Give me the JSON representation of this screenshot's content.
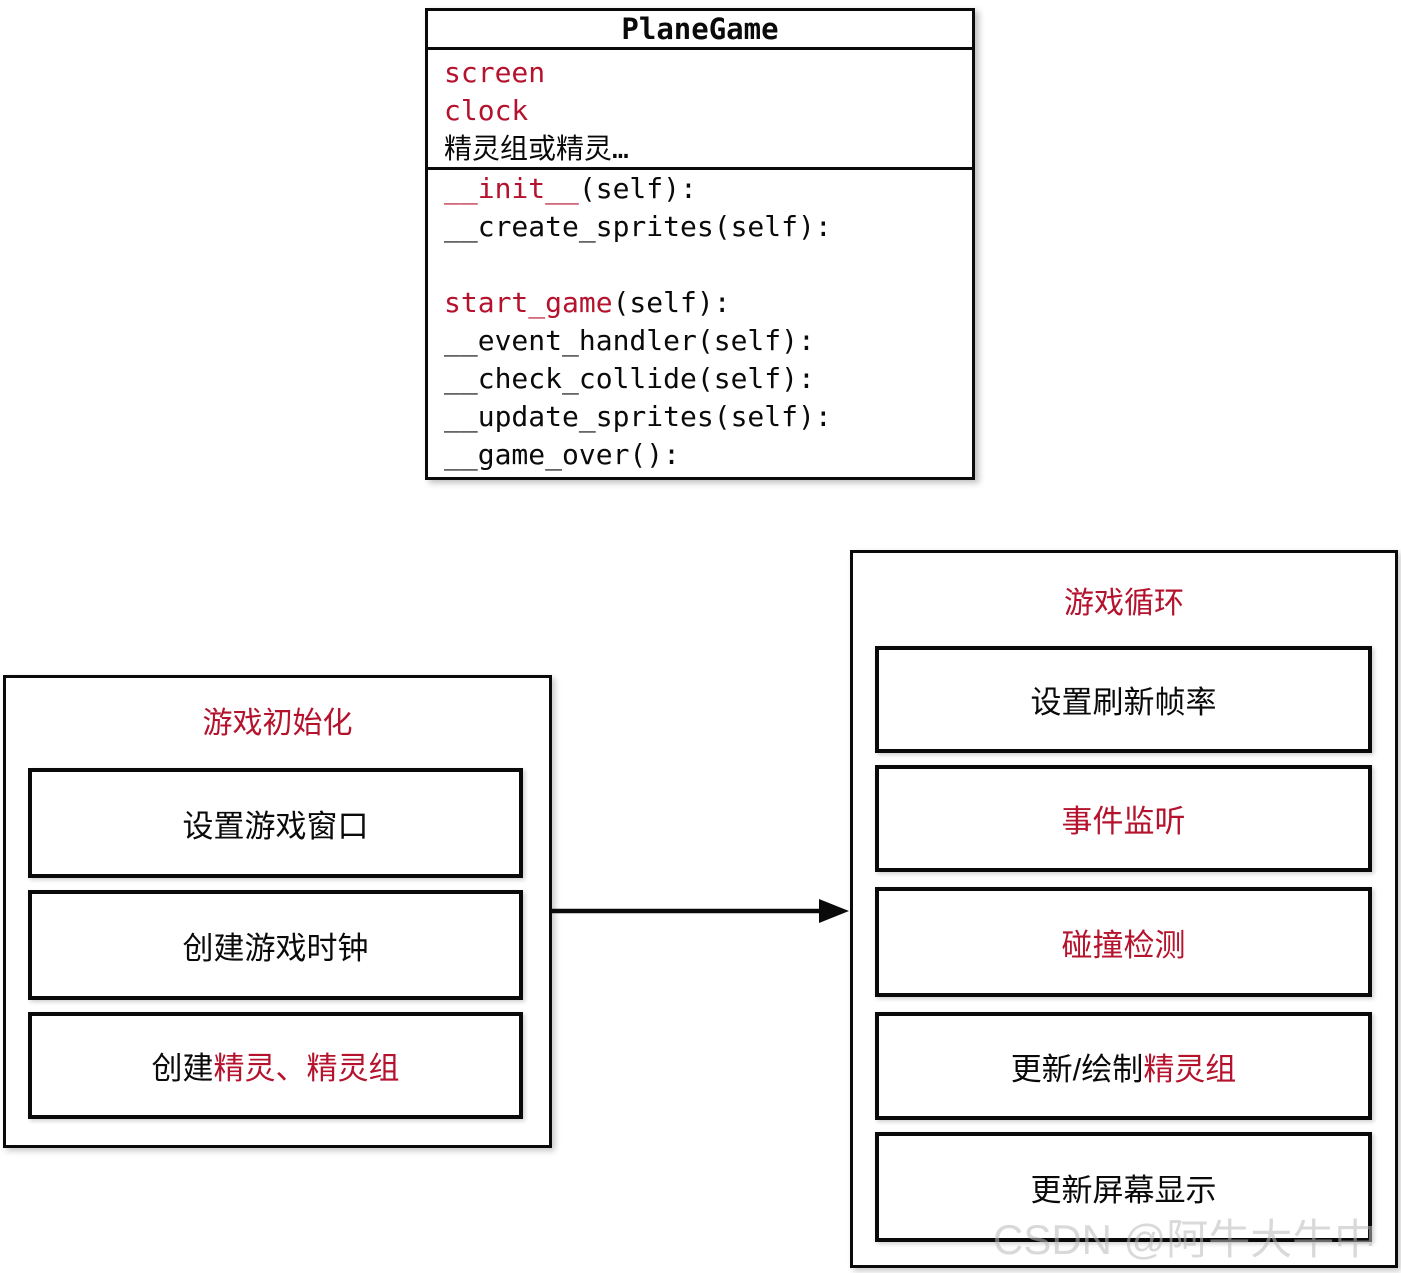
{
  "colors": {
    "accent_red": "#b5122d",
    "line_black": "#0a0a0a"
  },
  "class_box": {
    "title": "PlaneGame",
    "attributes": [
      [
        {
          "text": "screen",
          "color": "red"
        }
      ],
      [
        {
          "text": "clock",
          "color": "red"
        }
      ],
      [
        {
          "text": "精灵组或精灵…",
          "color": "black"
        }
      ]
    ],
    "methods": [
      [
        {
          "text": "__init__",
          "color": "red"
        },
        {
          "text": "(self):",
          "color": "black"
        }
      ],
      [
        {
          "text": "__create_sprites(self):",
          "color": "black"
        }
      ],
      [],
      [
        {
          "text": "start_game",
          "color": "red"
        },
        {
          "text": "(self):",
          "color": "black"
        }
      ],
      [
        {
          "text": "__event_handler(self):",
          "color": "black"
        }
      ],
      [
        {
          "text": "__check_collide(self):",
          "color": "black"
        }
      ],
      [
        {
          "text": "__update_sprites(self):",
          "color": "black"
        }
      ],
      [
        {
          "text": "__game_over():",
          "color": "black"
        }
      ]
    ]
  },
  "init_box": {
    "title": "游戏初始化",
    "steps": [
      [
        {
          "text": "设置游戏窗口",
          "color": "black"
        }
      ],
      [
        {
          "text": "创建游戏时钟",
          "color": "black"
        }
      ],
      [
        {
          "text": "创建",
          "color": "black"
        },
        {
          "text": "精灵、精灵组",
          "color": "red"
        }
      ]
    ]
  },
  "loop_box": {
    "title": "游戏循环",
    "steps": [
      [
        {
          "text": "设置刷新帧率",
          "color": "black"
        }
      ],
      [
        {
          "text": "事件监听",
          "color": "red"
        }
      ],
      [
        {
          "text": "碰撞检测",
          "color": "red"
        }
      ],
      [
        {
          "text": "更新/绘制",
          "color": "black"
        },
        {
          "text": "精灵组",
          "color": "red"
        }
      ],
      [
        {
          "text": "更新屏幕显示",
          "color": "black"
        }
      ]
    ]
  },
  "watermark": "CSDN @阿牛大牛中"
}
